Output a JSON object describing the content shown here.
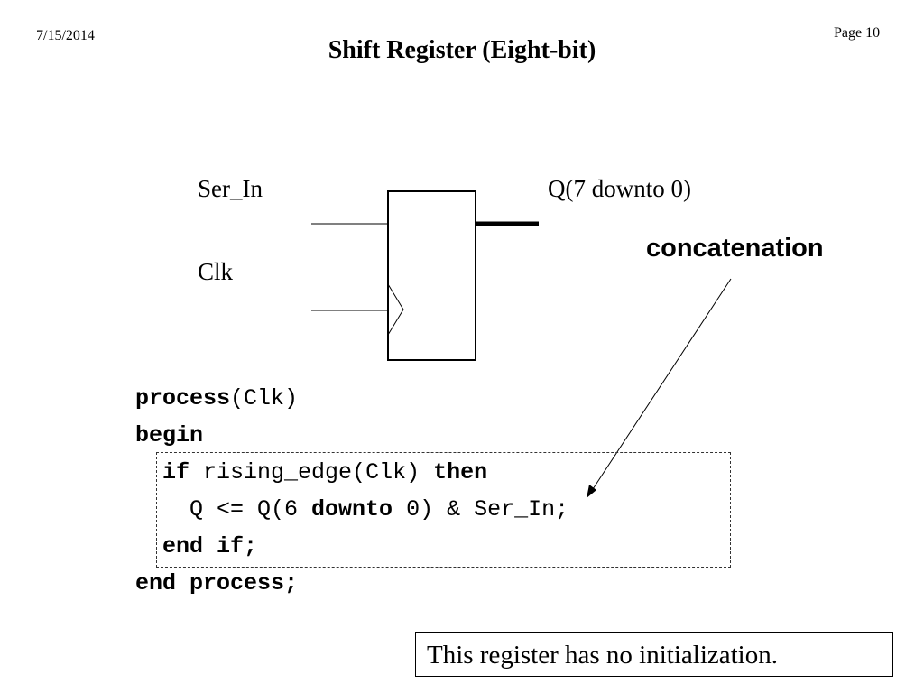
{
  "header": {
    "date": "7/15/2014",
    "page": "Page 10",
    "title": "Shift Register  (Eight-bit)"
  },
  "diagram": {
    "input_label": "Ser_In",
    "clock_label": "Clk",
    "output_label": "Q(7 downto 0)",
    "annotation": "concatenation"
  },
  "code": {
    "lines": [
      [
        {
          "t": "process",
          "b": true
        },
        {
          "t": "(Clk)",
          "b": false
        }
      ],
      [
        {
          "t": "begin",
          "b": true
        }
      ],
      [
        {
          "t": "  ",
          "b": false
        },
        {
          "t": "if",
          "b": true
        },
        {
          "t": " rising_edge(Clk) ",
          "b": false
        },
        {
          "t": "then",
          "b": true
        }
      ],
      [
        {
          "t": "    Q <= Q(6 ",
          "b": false
        },
        {
          "t": "downto",
          "b": true
        },
        {
          "t": " 0) & Ser_In;",
          "b": false
        }
      ],
      [
        {
          "t": "  ",
          "b": false
        },
        {
          "t": "end if;",
          "b": true
        }
      ],
      [
        {
          "t": "end process;",
          "b": true
        }
      ]
    ]
  },
  "note": "This register has no initialization."
}
